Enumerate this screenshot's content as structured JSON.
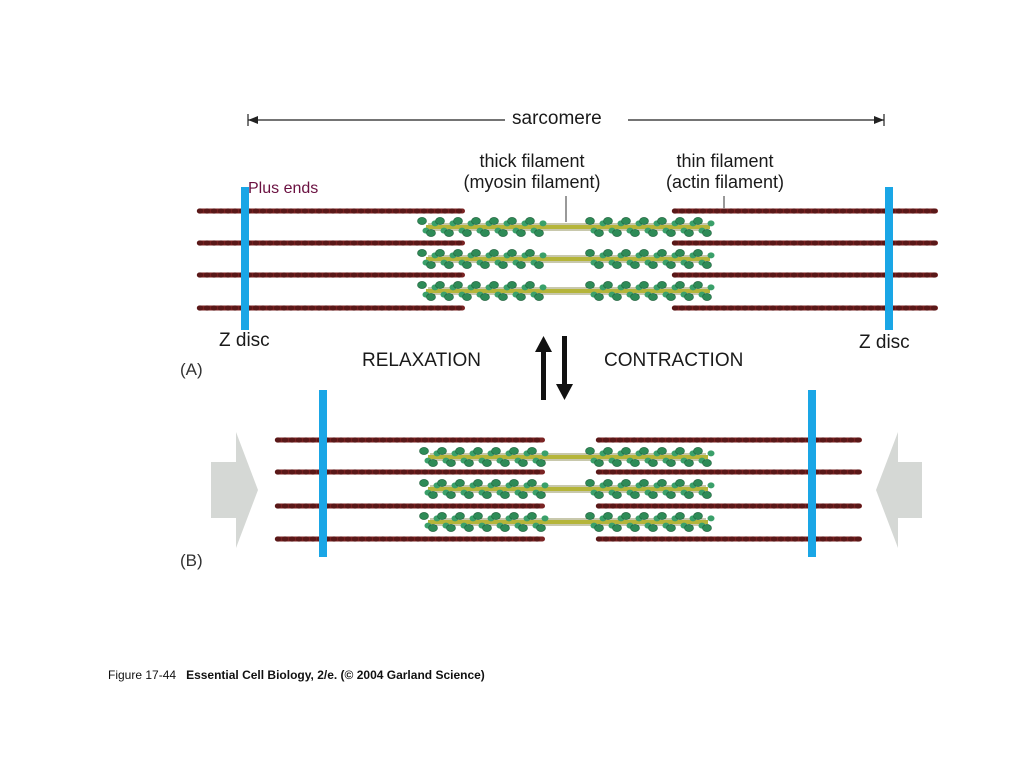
{
  "labels": {
    "sarcomere": "sarcomere",
    "thick_filament_line1": "thick filament",
    "thick_filament_line2": "(myosin filament)",
    "thin_filament_line1": "thin filament",
    "thin_filament_line2": "(actin filament)",
    "plus_ends": "Plus ends",
    "z_disc_left": "Z disc",
    "z_disc_right": "Z disc",
    "panel_a": "(A)",
    "panel_b": "(B)",
    "relaxation": "RELAXATION",
    "contraction": "CONTRACTION"
  },
  "caption": {
    "figure": "Figure 17-44",
    "source": "Essential Cell Biology, 2/e. (© 2004 Garland Science)"
  },
  "colors": {
    "z_disc": "#1aa6e6",
    "actin": "#7a2323",
    "myosin_head": "#2e8b57",
    "myosin_tail": "#b5b53a",
    "push_arrow": "#d5d8d5",
    "plus_ends_text": "#6a1040"
  }
}
